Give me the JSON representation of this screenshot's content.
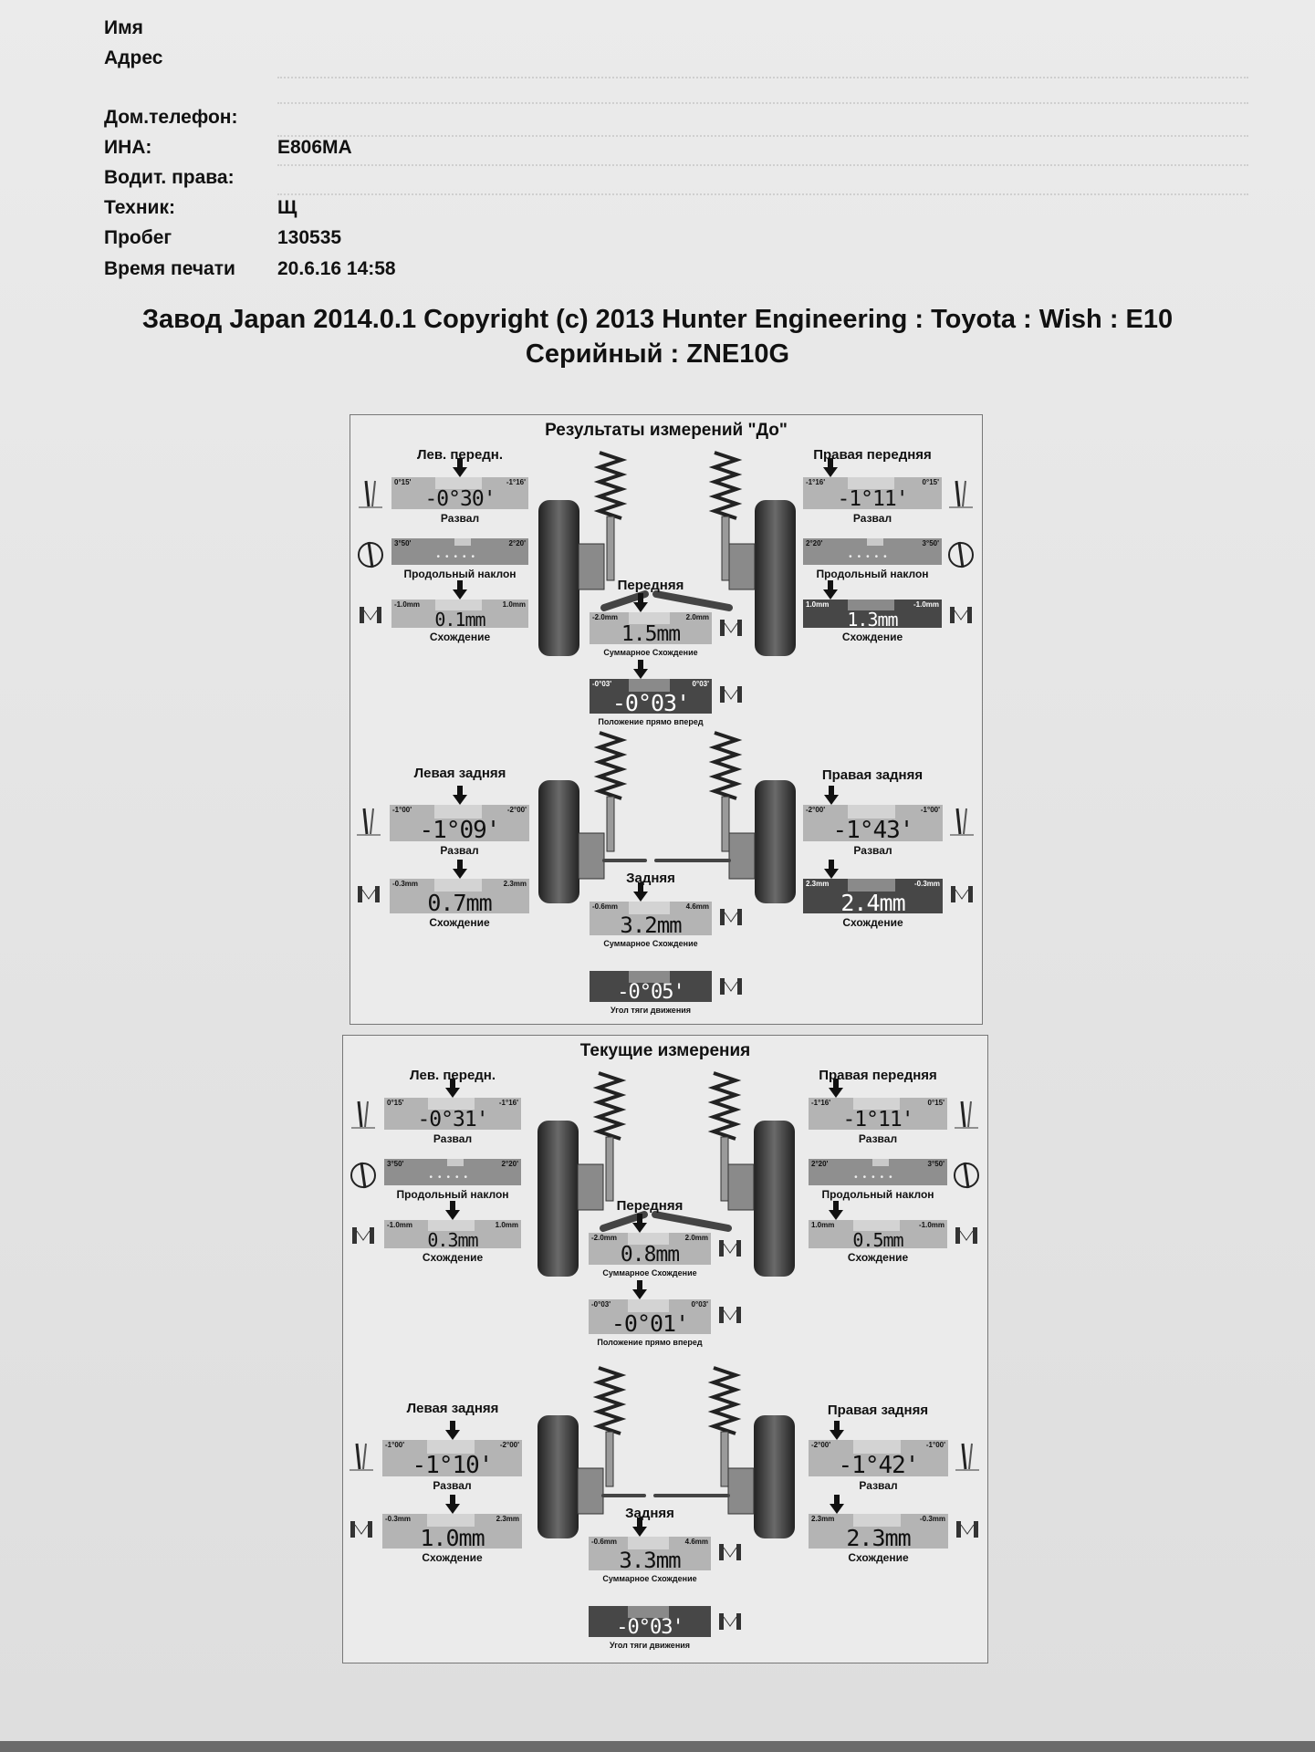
{
  "header": {
    "fields": [
      {
        "label": "Имя"
      },
      {
        "label": "Адрес"
      },
      {
        "label": "Дом.телефон:"
      },
      {
        "label": "ИНА:",
        "value": "E806MA"
      },
      {
        "label": "Водит. права:"
      },
      {
        "label": "Техник:",
        "value": "Щ"
      },
      {
        "label": "Пробег",
        "value": "130535"
      },
      {
        "label": "Время печати",
        "value": "20.6.16 14:58"
      }
    ]
  },
  "title": {
    "line1": "Завод Japan 2014.0.1 Copyright (c) 2013 Hunter Engineering : Toyota : Wish : E10",
    "line2": "Серийный : ZNE10G"
  },
  "colors": {
    "in_spec": "#b4b4b4",
    "out_of_spec": "#474747"
  },
  "panels": [
    {
      "title": "Результаты измерений \"До\"",
      "labels": {
        "lf": "Лев. передн.",
        "rf": "Правая передняя",
        "front_axle": "Передняя",
        "lr": "Левая задняя",
        "rr": "Правая задняя",
        "rear_axle": "Задняя"
      },
      "gauges": {
        "lf_camber": {
          "caption": "Развал",
          "min": "0°15'",
          "max": "-1°16'",
          "value": "-0°30'",
          "status": "in_spec"
        },
        "lf_caster": {
          "caption": "Продольный наклон",
          "min": "3°50'",
          "max": "2°20'",
          "status": "no_reading"
        },
        "lf_toe": {
          "caption": "Схождение",
          "min": "-1.0mm",
          "max": "1.0mm",
          "value": "0.1mm",
          "status": "in_spec"
        },
        "rf_camber": {
          "caption": "Развал",
          "min": "-1°16'",
          "max": "0°15'",
          "value": "-1°11'",
          "status": "in_spec"
        },
        "rf_caster": {
          "caption": "Продольный наклон",
          "min": "2°20'",
          "max": "3°50'",
          "status": "no_reading"
        },
        "rf_toe": {
          "caption": "Схождение",
          "min": "1.0mm",
          "max": "-1.0mm",
          "value": "1.3mm",
          "status": "out_of_spec"
        },
        "f_total": {
          "caption": "Суммарное Схождение",
          "min": "-2.0mm",
          "max": "2.0mm",
          "value": "1.5mm",
          "status": "in_spec"
        },
        "setback": {
          "caption": "Положение прямо вперед",
          "min": "-0°03'",
          "max": "0°03'",
          "value": "-0°03'",
          "status": "out_of_spec"
        },
        "lr_camber": {
          "caption": "Развал",
          "min": "-1°00'",
          "max": "-2°00'",
          "value": "-1°09'",
          "status": "in_spec"
        },
        "lr_toe": {
          "caption": "Схождение",
          "min": "-0.3mm",
          "max": "2.3mm",
          "value": "0.7mm",
          "status": "in_spec"
        },
        "rr_camber": {
          "caption": "Развал",
          "min": "-2°00'",
          "max": "-1°00'",
          "value": "-1°43'",
          "status": "in_spec"
        },
        "rr_toe": {
          "caption": "Схождение",
          "min": "2.3mm",
          "max": "-0.3mm",
          "value": "2.4mm",
          "status": "out_of_spec"
        },
        "r_total": {
          "caption": "Суммарное Схождение",
          "min": "-0.6mm",
          "max": "4.6mm",
          "value": "3.2mm",
          "status": "in_spec"
        },
        "thrust": {
          "caption": "Угол тяги движения",
          "value": "-0°05'",
          "status": "out_of_spec"
        }
      }
    },
    {
      "title": "Текущие измерения",
      "labels": {
        "lf": "Лев. передн.",
        "rf": "Правая передняя",
        "front_axle": "Передняя",
        "lr": "Левая задняя",
        "rr": "Правая задняя",
        "rear_axle": "Задняя"
      },
      "gauges": {
        "lf_camber": {
          "caption": "Развал",
          "min": "0°15'",
          "max": "-1°16'",
          "value": "-0°31'",
          "status": "in_spec"
        },
        "lf_caster": {
          "caption": "Продольный наклон",
          "min": "3°50'",
          "max": "2°20'",
          "status": "no_reading"
        },
        "lf_toe": {
          "caption": "Схождение",
          "min": "-1.0mm",
          "max": "1.0mm",
          "value": "0.3mm",
          "status": "in_spec"
        },
        "rf_camber": {
          "caption": "Развал",
          "min": "-1°16'",
          "max": "0°15'",
          "value": "-1°11'",
          "status": "in_spec"
        },
        "rf_caster": {
          "caption": "Продольный наклон",
          "min": "2°20'",
          "max": "3°50'",
          "status": "no_reading"
        },
        "rf_toe": {
          "caption": "Схождение",
          "min": "1.0mm",
          "max": "-1.0mm",
          "value": "0.5mm",
          "status": "in_spec"
        },
        "f_total": {
          "caption": "Суммарное Схождение",
          "min": "-2.0mm",
          "max": "2.0mm",
          "value": "0.8mm",
          "status": "in_spec"
        },
        "setback": {
          "caption": "Положение прямо вперед",
          "min": "-0°03'",
          "max": "0°03'",
          "value": "-0°01'",
          "status": "in_spec"
        },
        "lr_camber": {
          "caption": "Развал",
          "min": "-1°00'",
          "max": "-2°00'",
          "value": "-1°10'",
          "status": "in_spec"
        },
        "lr_toe": {
          "caption": "Схождение",
          "min": "-0.3mm",
          "max": "2.3mm",
          "value": "1.0mm",
          "status": "in_spec"
        },
        "rr_camber": {
          "caption": "Развал",
          "min": "-2°00'",
          "max": "-1°00'",
          "value": "-1°42'",
          "status": "in_spec"
        },
        "rr_toe": {
          "caption": "Схождение",
          "min": "2.3mm",
          "max": "-0.3mm",
          "value": "2.3mm",
          "status": "in_spec"
        },
        "r_total": {
          "caption": "Суммарное Схождение",
          "min": "-0.6mm",
          "max": "4.6mm",
          "value": "3.3mm",
          "status": "in_spec"
        },
        "thrust": {
          "caption": "Угол тяги движения",
          "value": "-0°03'",
          "status": "out_of_spec"
        }
      }
    }
  ]
}
